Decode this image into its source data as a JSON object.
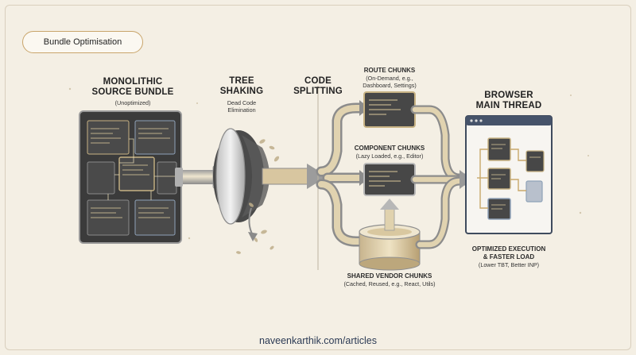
{
  "title": "Bundle Optimisation",
  "monolith": {
    "title_line1": "MONOLITHIC",
    "title_line2": "SOURCE BUNDLE",
    "subtitle": "(Unoptimized)"
  },
  "tree_shaking": {
    "title_line1": "TREE",
    "title_line2": "SHAKING",
    "sub_line1": "Dead Code",
    "sub_line2": "Elimination"
  },
  "code_splitting": {
    "title_line1": "CODE",
    "title_line2": "SPLITTING"
  },
  "route_chunks": {
    "title": "ROUTE CHUNKS",
    "sub_line1": "(On-Demand, e.g.,",
    "sub_line2": "Dashboard, Settings)"
  },
  "component_chunks": {
    "title": "COMPONENT CHUNKS",
    "sub": "(Lazy Loaded, e.g., Editor)"
  },
  "vendor_chunks": {
    "title": "SHARED VENDOR CHUNKS",
    "sub": "(Cached, Reused, e.g., React, Utils)"
  },
  "browser": {
    "title_line1": "BROWSER",
    "title_line2": "MAIN THREAD"
  },
  "result": {
    "title_line1": "OPTIMIZED EXECUTION",
    "title_line2": "& FASTER LOAD",
    "sub": "(Lower TBT, Better INP)"
  },
  "footer": "naveenkarthik.com/articles",
  "colors": {
    "background": "#f4efe4",
    "panel": "#3a3a3a",
    "flow": "#d8c6a0",
    "accent": "#c9a56b",
    "footer_text": "#2c3b55"
  }
}
